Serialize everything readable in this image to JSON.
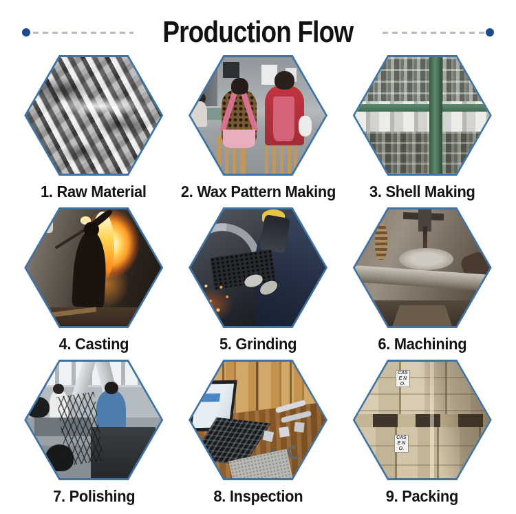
{
  "header": {
    "title": "Production Flow"
  },
  "theme": {
    "background": "#ffffff",
    "hex_border_color": "#3f73a6",
    "divider_dash_color": "#b4bcc6",
    "divider_dot_color": "#1e4a8f",
    "title_color": "#121212",
    "label_color": "#141414"
  },
  "steps": [
    {
      "label": "1. Raw Material",
      "photo": "scrap-metal-photo"
    },
    {
      "label": "2. Wax Pattern Making",
      "photo": "wax-pattern-workshop-photo"
    },
    {
      "label": "3. Shell Making",
      "photo": "shell-rack-photo"
    },
    {
      "label": "4. Casting",
      "photo": "foundry-pour-photo"
    },
    {
      "label": "5. Grinding",
      "photo": "grinding-sparks-photo"
    },
    {
      "label": "6. Machining",
      "photo": "drilling-machine-photo"
    },
    {
      "label": "7. Polishing",
      "photo": "polishing-workshop-photo"
    },
    {
      "label": "8. Inspection",
      "photo": "laptop-inspection-photo"
    },
    {
      "label": "9. Packing",
      "photo": "wooden-crates-photo"
    }
  ],
  "packing_sticker": "CASE NO."
}
